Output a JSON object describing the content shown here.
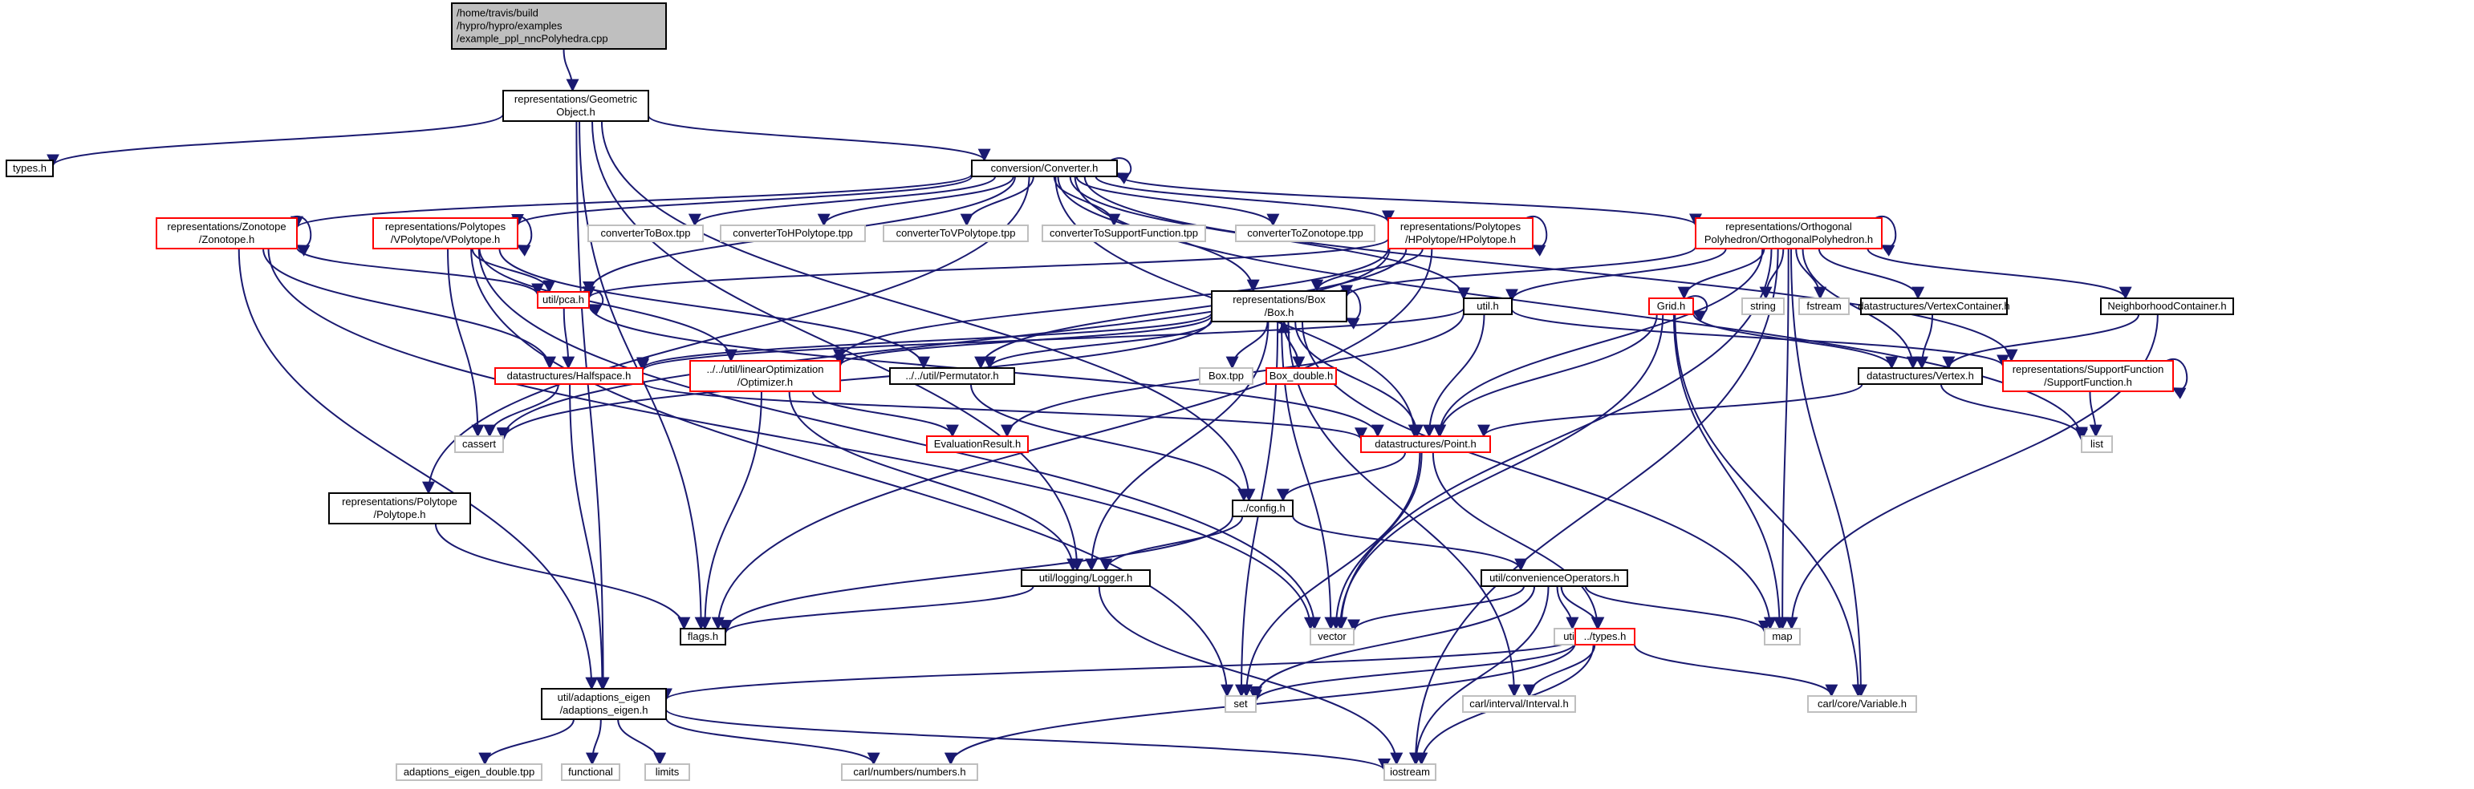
{
  "colors": {
    "edge": "#191970",
    "border_default": "#000000",
    "border_truncated": "#ff0000",
    "border_system": "#bfbfbf",
    "fill_root": "#bfbfbf",
    "fill_default": "#ffffff",
    "text": "#000000"
  },
  "nodes": [
    {
      "id": "root",
      "lines": [
        "/home/travis/build",
        "/hypro/hypro/examples",
        "/example_ppl_nncPolyhedra.cpp"
      ],
      "style": "root"
    },
    {
      "id": "geomobj",
      "lines": [
        "representations/Geometric",
        "Object.h"
      ],
      "style": "default"
    },
    {
      "id": "types_h",
      "lines": [
        "types.h"
      ],
      "style": "default"
    },
    {
      "id": "converter",
      "lines": [
        "conversion/Converter.h"
      ],
      "style": "default"
    },
    {
      "id": "zonotope",
      "lines": [
        "representations/Zonotope",
        "/Zonotope.h"
      ],
      "style": "truncated"
    },
    {
      "id": "vpoly",
      "lines": [
        "representations/Polytopes",
        "/VPolytope/VPolytope.h"
      ],
      "style": "truncated"
    },
    {
      "id": "tobox",
      "lines": [
        "converterToBox.tpp"
      ],
      "style": "system"
    },
    {
      "id": "tohpoly",
      "lines": [
        "converterToHPolytope.tpp"
      ],
      "style": "system"
    },
    {
      "id": "tovpoly",
      "lines": [
        "converterToVPolytope.tpp"
      ],
      "style": "system"
    },
    {
      "id": "tosf",
      "lines": [
        "converterToSupportFunction.tpp"
      ],
      "style": "system"
    },
    {
      "id": "tozono",
      "lines": [
        "converterToZonotope.tpp"
      ],
      "style": "system"
    },
    {
      "id": "hpoly",
      "lines": [
        "representations/Polytopes",
        "/HPolytope/HPolytope.h"
      ],
      "style": "truncated"
    },
    {
      "id": "ortho",
      "lines": [
        "representations/Orthogonal",
        "Polyhedron/OrthogonalPolyhedron.h"
      ],
      "style": "truncated"
    },
    {
      "id": "pca",
      "lines": [
        "util/pca.h"
      ],
      "style": "truncated"
    },
    {
      "id": "box",
      "lines": [
        "representations/Box",
        "/Box.h"
      ],
      "style": "default"
    },
    {
      "id": "util_h",
      "lines": [
        "util.h"
      ],
      "style": "default"
    },
    {
      "id": "grid",
      "lines": [
        "Grid.h"
      ],
      "style": "truncated"
    },
    {
      "id": "string",
      "lines": [
        "string"
      ],
      "style": "system"
    },
    {
      "id": "fstream",
      "lines": [
        "fstream"
      ],
      "style": "system"
    },
    {
      "id": "vcont",
      "lines": [
        "datastructures/VertexContainer.h"
      ],
      "style": "default"
    },
    {
      "id": "neigh",
      "lines": [
        "NeighborhoodContainer.h"
      ],
      "style": "default"
    },
    {
      "id": "halfspace",
      "lines": [
        "datastructures/Halfspace.h"
      ],
      "style": "truncated"
    },
    {
      "id": "optimizer",
      "lines": [
        "../../util/linearOptimization",
        "/Optimizer.h"
      ],
      "style": "truncated"
    },
    {
      "id": "permutator",
      "lines": [
        "../../util/Permutator.h"
      ],
      "style": "default"
    },
    {
      "id": "boxtpp",
      "lines": [
        "Box.tpp"
      ],
      "style": "system"
    },
    {
      "id": "boxdouble",
      "lines": [
        "Box_double.h"
      ],
      "style": "truncated"
    },
    {
      "id": "vertex",
      "lines": [
        "datastructures/Vertex.h"
      ],
      "style": "default"
    },
    {
      "id": "suppfunc",
      "lines": [
        "representations/SupportFunction",
        "/SupportFunction.h"
      ],
      "style": "truncated"
    },
    {
      "id": "cassert",
      "lines": [
        "cassert"
      ],
      "style": "system"
    },
    {
      "id": "evalres",
      "lines": [
        "EvaluationResult.h"
      ],
      "style": "truncated"
    },
    {
      "id": "point",
      "lines": [
        "datastructures/Point.h"
      ],
      "style": "truncated"
    },
    {
      "id": "list",
      "lines": [
        "list"
      ],
      "style": "system"
    },
    {
      "id": "polytope",
      "lines": [
        "representations/Polytope",
        "/Polytope.h"
      ],
      "style": "default"
    },
    {
      "id": "config",
      "lines": [
        "../config.h"
      ],
      "style": "default"
    },
    {
      "id": "logger",
      "lines": [
        "util/logging/Logger.h"
      ],
      "style": "default"
    },
    {
      "id": "convops",
      "lines": [
        "util/convenienceOperators.h"
      ],
      "style": "default"
    },
    {
      "id": "flags",
      "lines": [
        "flags.h"
      ],
      "style": "default"
    },
    {
      "id": "vector",
      "lines": [
        "vector"
      ],
      "style": "system"
    },
    {
      "id": "utility",
      "lines": [
        "utility"
      ],
      "style": "system"
    },
    {
      "id": "dtypes",
      "lines": [
        "../types.h"
      ],
      "style": "truncated"
    },
    {
      "id": "map",
      "lines": [
        "map"
      ],
      "style": "system"
    },
    {
      "id": "adaptions",
      "lines": [
        "util/adaptions_eigen",
        "/adaptions_eigen.h"
      ],
      "style": "default"
    },
    {
      "id": "set",
      "lines": [
        "set"
      ],
      "style": "system"
    },
    {
      "id": "interval",
      "lines": [
        "carl/interval/Interval.h"
      ],
      "style": "system"
    },
    {
      "id": "variable",
      "lines": [
        "carl/core/Variable.h"
      ],
      "style": "system"
    },
    {
      "id": "adapt_double",
      "lines": [
        "adaptions_eigen_double.tpp"
      ],
      "style": "system"
    },
    {
      "id": "functional",
      "lines": [
        "functional"
      ],
      "style": "system"
    },
    {
      "id": "limits",
      "lines": [
        "limits"
      ],
      "style": "system"
    },
    {
      "id": "numbers",
      "lines": [
        "carl/numbers/numbers.h"
      ],
      "style": "system"
    },
    {
      "id": "iostream",
      "lines": [
        "iostream"
      ],
      "style": "system"
    }
  ],
  "edges": [
    [
      "root",
      "geomobj"
    ],
    [
      "geomobj",
      "types_h"
    ],
    [
      "geomobj",
      "converter"
    ],
    [
      "geomobj",
      "flags"
    ],
    [
      "geomobj",
      "adaptions"
    ],
    [
      "geomobj",
      "logger"
    ],
    [
      "geomobj",
      "config"
    ],
    [
      "converter",
      "converter"
    ],
    [
      "converter",
      "zonotope"
    ],
    [
      "converter",
      "vpoly"
    ],
    [
      "converter",
      "tobox"
    ],
    [
      "converter",
      "tohpoly"
    ],
    [
      "converter",
      "tovpoly"
    ],
    [
      "converter",
      "tosf"
    ],
    [
      "converter",
      "tozono"
    ],
    [
      "converter",
      "hpoly"
    ],
    [
      "converter",
      "ortho"
    ],
    [
      "converter",
      "pca"
    ],
    [
      "converter",
      "box"
    ],
    [
      "converter",
      "suppfunc"
    ],
    [
      "converter",
      "polytope"
    ],
    [
      "converter",
      "util_h"
    ],
    [
      "converter",
      "point"
    ],
    [
      "converter",
      "list"
    ],
    [
      "zonotope",
      "zonotope"
    ],
    [
      "zonotope",
      "pca"
    ],
    [
      "zonotope",
      "halfspace"
    ],
    [
      "zonotope",
      "adaptions"
    ],
    [
      "zonotope",
      "vector"
    ],
    [
      "vpoly",
      "vpoly"
    ],
    [
      "vpoly",
      "pca"
    ],
    [
      "vpoly",
      "cassert"
    ],
    [
      "vpoly",
      "optimizer"
    ],
    [
      "vpoly",
      "permutator"
    ],
    [
      "vpoly",
      "vector"
    ],
    [
      "vpoly",
      "set"
    ],
    [
      "hpoly",
      "hpoly"
    ],
    [
      "hpoly",
      "pca"
    ],
    [
      "hpoly",
      "box"
    ],
    [
      "hpoly",
      "optimizer"
    ],
    [
      "hpoly",
      "permutator"
    ],
    [
      "hpoly",
      "cassert"
    ],
    [
      "hpoly",
      "flags"
    ],
    [
      "ortho",
      "ortho"
    ],
    [
      "ortho",
      "box"
    ],
    [
      "ortho",
      "util_h"
    ],
    [
      "ortho",
      "grid"
    ],
    [
      "ortho",
      "string"
    ],
    [
      "ortho",
      "fstream"
    ],
    [
      "ortho",
      "vcont"
    ],
    [
      "ortho",
      "neigh"
    ],
    [
      "ortho",
      "vertex"
    ],
    [
      "ortho",
      "point"
    ],
    [
      "ortho",
      "vector"
    ],
    [
      "ortho",
      "map"
    ],
    [
      "ortho",
      "iostream"
    ],
    [
      "ortho",
      "variable"
    ],
    [
      "pca",
      "pca"
    ],
    [
      "pca",
      "halfspace"
    ],
    [
      "pca",
      "point"
    ],
    [
      "box",
      "box"
    ],
    [
      "box",
      "halfspace"
    ],
    [
      "box",
      "optimizer"
    ],
    [
      "box",
      "permutator"
    ],
    [
      "box",
      "boxtpp"
    ],
    [
      "box",
      "boxdouble"
    ],
    [
      "box",
      "point"
    ],
    [
      "box",
      "cassert"
    ],
    [
      "box",
      "logger"
    ],
    [
      "box",
      "vector"
    ],
    [
      "box",
      "set"
    ],
    [
      "box",
      "interval"
    ],
    [
      "box",
      "map"
    ],
    [
      "boxdouble",
      "box"
    ],
    [
      "util_h",
      "halfspace"
    ],
    [
      "util_h",
      "evalres"
    ],
    [
      "util_h",
      "point"
    ],
    [
      "util_h",
      "suppfunc"
    ],
    [
      "grid",
      "grid"
    ],
    [
      "grid",
      "vertex"
    ],
    [
      "grid",
      "point"
    ],
    [
      "grid",
      "vector"
    ],
    [
      "grid",
      "map"
    ],
    [
      "grid",
      "variable"
    ],
    [
      "vcont",
      "vertex"
    ],
    [
      "neigh",
      "vertex"
    ],
    [
      "neigh",
      "map"
    ],
    [
      "vertex",
      "point"
    ],
    [
      "vertex",
      "list"
    ],
    [
      "suppfunc",
      "suppfunc"
    ],
    [
      "suppfunc",
      "list"
    ],
    [
      "halfspace",
      "cassert"
    ],
    [
      "halfspace",
      "point"
    ],
    [
      "halfspace",
      "adaptions"
    ],
    [
      "optimizer",
      "evalres"
    ],
    [
      "optimizer",
      "flags"
    ],
    [
      "optimizer",
      "logger"
    ],
    [
      "permutator",
      "config"
    ],
    [
      "point",
      "config"
    ],
    [
      "point",
      "vector"
    ],
    [
      "point",
      "set"
    ],
    [
      "point",
      "dtypes"
    ],
    [
      "polytope",
      "flags"
    ],
    [
      "config",
      "logger"
    ],
    [
      "config",
      "convops"
    ],
    [
      "config",
      "flags"
    ],
    [
      "logger",
      "flags"
    ],
    [
      "logger",
      "iostream"
    ],
    [
      "convops",
      "vector"
    ],
    [
      "convops",
      "utility"
    ],
    [
      "convops",
      "dtypes"
    ],
    [
      "convops",
      "map"
    ],
    [
      "convops",
      "set"
    ],
    [
      "convops",
      "iostream"
    ],
    [
      "dtypes",
      "adaptions"
    ],
    [
      "dtypes",
      "set"
    ],
    [
      "dtypes",
      "variable"
    ],
    [
      "dtypes",
      "interval"
    ],
    [
      "dtypes",
      "numbers"
    ],
    [
      "dtypes",
      "iostream"
    ],
    [
      "adaptions",
      "adapt_double"
    ],
    [
      "adaptions",
      "functional"
    ],
    [
      "adaptions",
      "limits"
    ],
    [
      "adaptions",
      "numbers"
    ],
    [
      "adaptions",
      "iostream"
    ]
  ]
}
